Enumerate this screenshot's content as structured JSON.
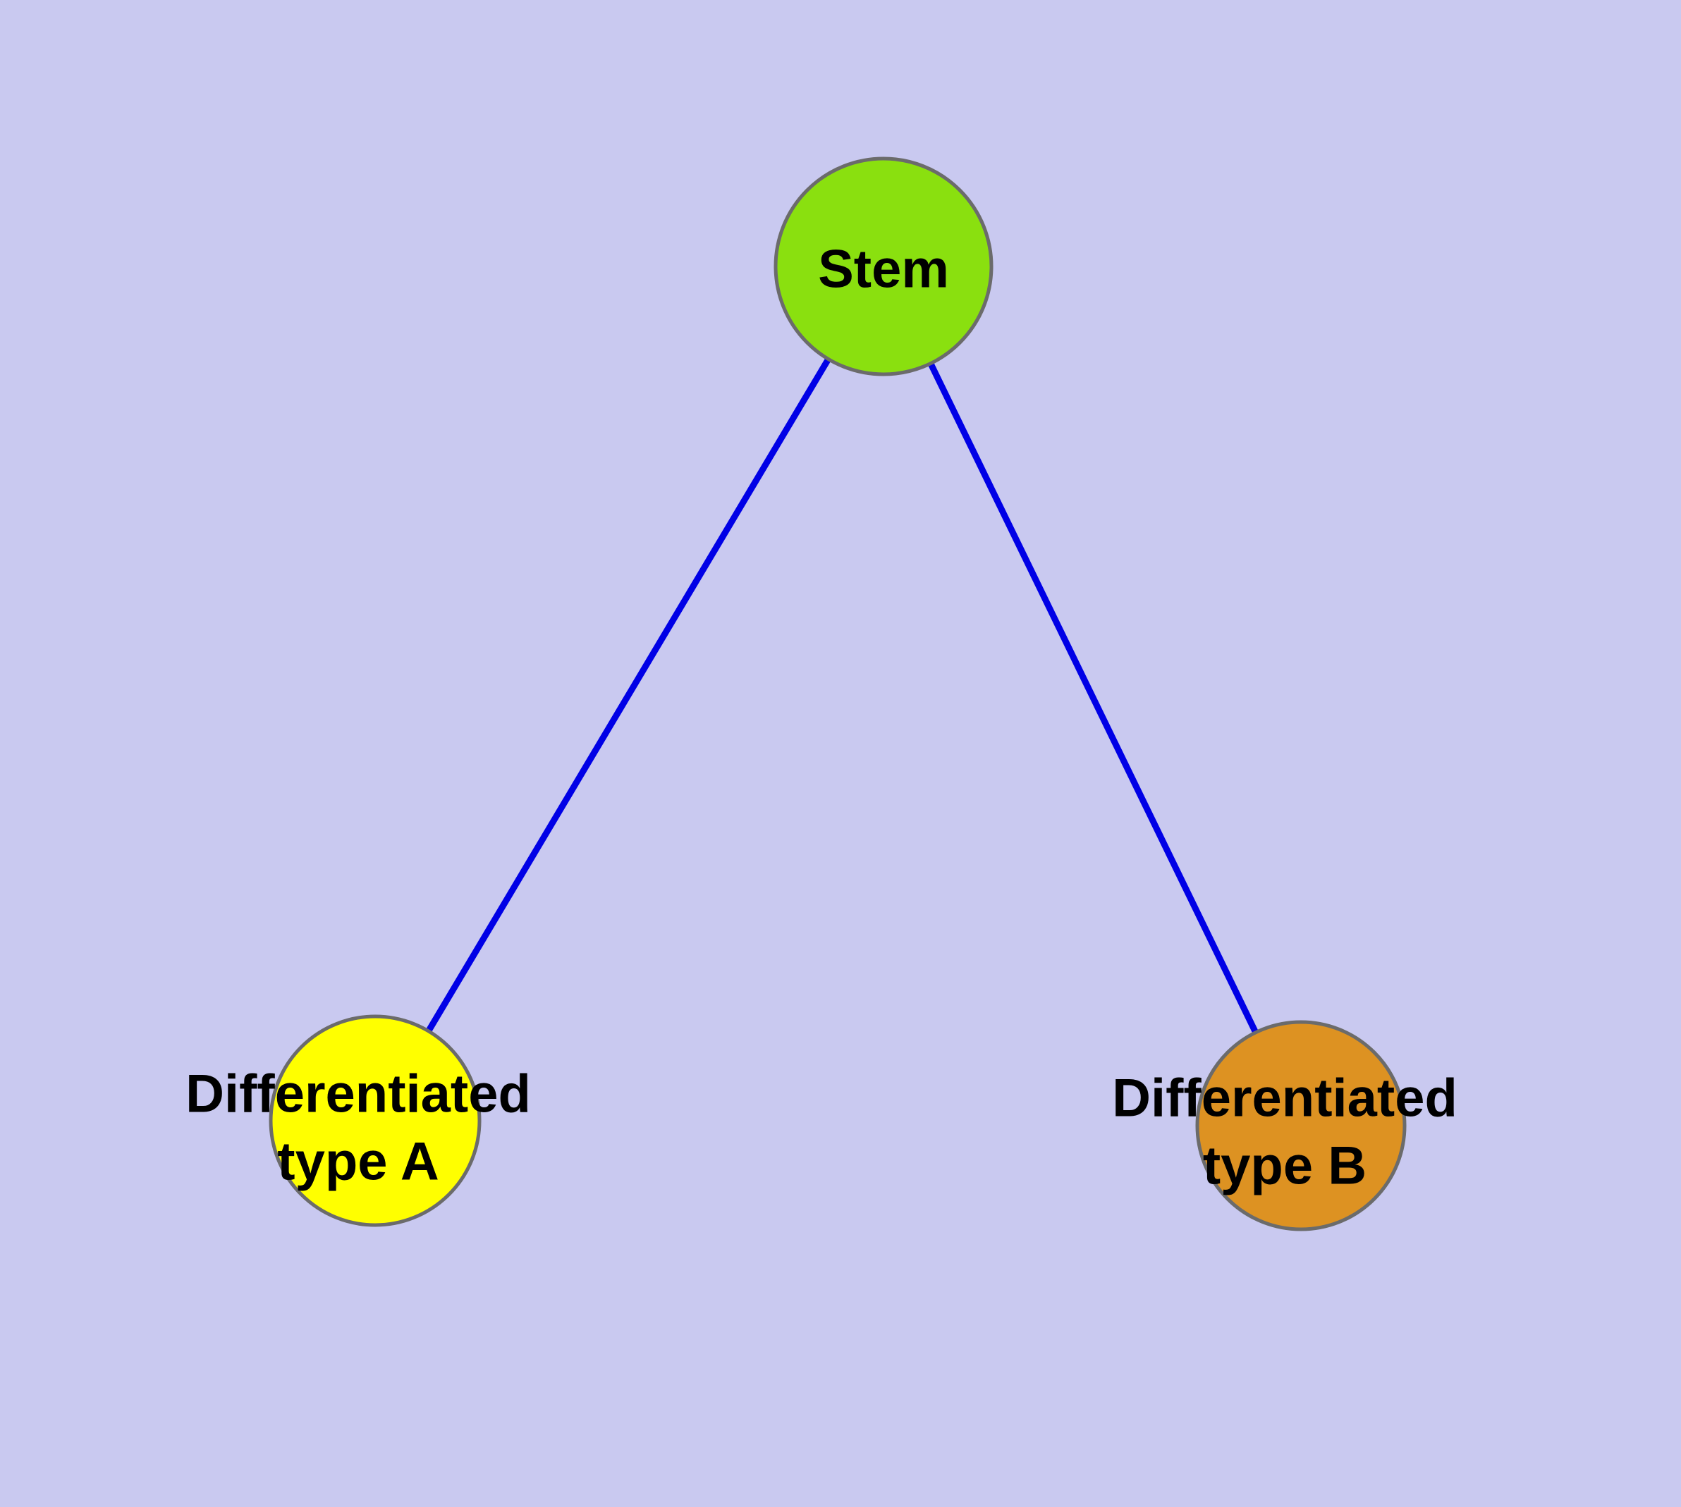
{
  "diagram": {
    "type": "graph",
    "background_color": "#c9c9f0",
    "edge_color": "#0000e6",
    "node_border_color": "#6b6b6b",
    "label_color": "#000000",
    "nodes": [
      {
        "id": "stem",
        "label": "Stem",
        "color": "#8ae00f"
      },
      {
        "id": "differentiated-type-a",
        "label": "Differentiated type A",
        "label_line1": "Differentiated",
        "label_line2": "type A",
        "color": "#ffff00"
      },
      {
        "id": "differentiated-type-b",
        "label": "Differentiated type B",
        "label_line1": "Differentiated",
        "label_line2": "type B",
        "color": "#dd9222"
      }
    ],
    "edges": [
      {
        "from": "Stem",
        "to": "Differentiated type A"
      },
      {
        "from": "Stem",
        "to": "Differentiated type B"
      }
    ]
  }
}
